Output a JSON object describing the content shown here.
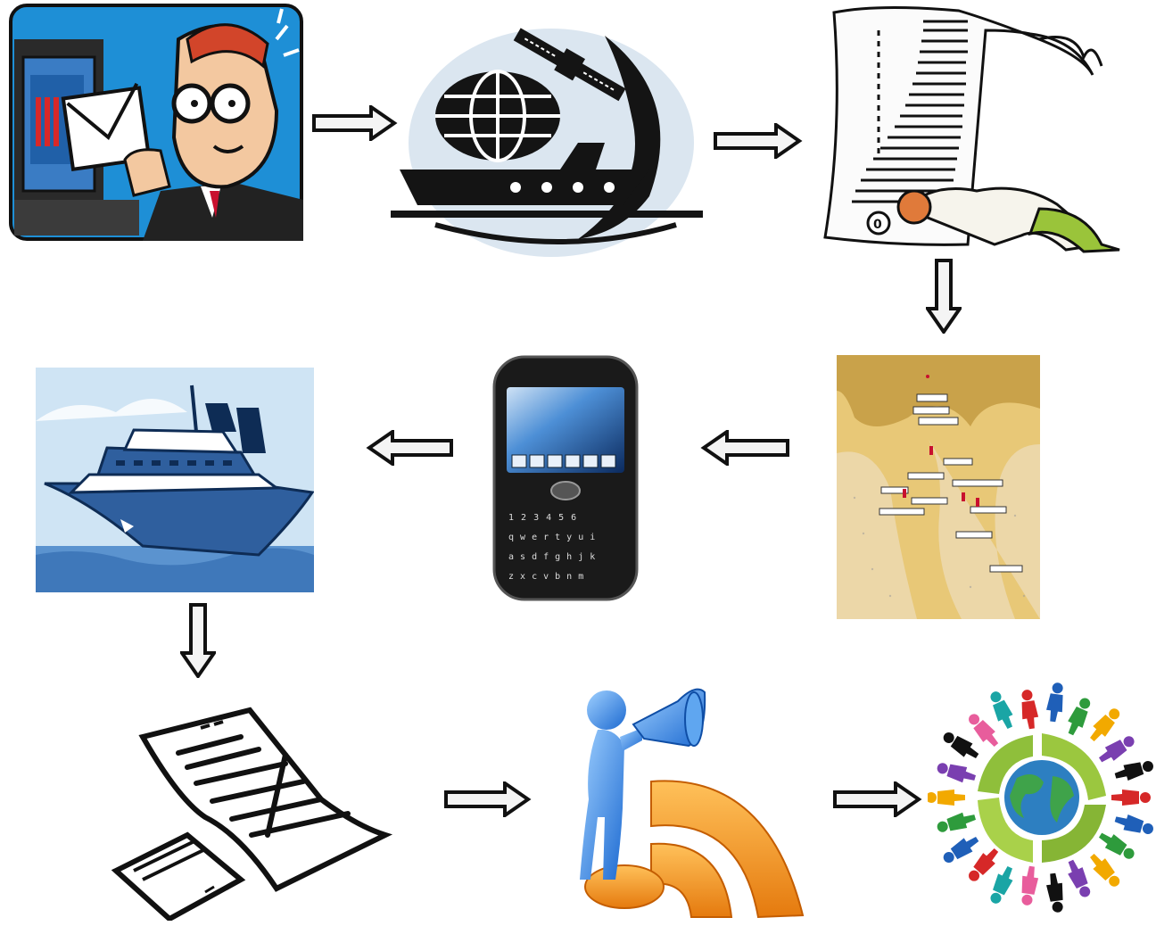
{
  "flow": {
    "steps": [
      {
        "id": "email-sender",
        "icon": "man-sending-email-icon"
      },
      {
        "id": "satellite-network",
        "icon": "satellite-globe-ship-icon"
      },
      {
        "id": "data-analysis",
        "icon": "man-reading-printout-icon"
      },
      {
        "id": "nautical-chart",
        "icon": "nautical-chart-map-icon"
      },
      {
        "id": "smartphone",
        "icon": "smartphone-icon"
      },
      {
        "id": "cruise-ship",
        "icon": "cruise-ship-icon"
      },
      {
        "id": "fax-document",
        "icon": "fax-document-icon"
      },
      {
        "id": "broadcast-rss",
        "icon": "megaphone-rss-icon"
      },
      {
        "id": "global-community",
        "icon": "people-around-globe-icon"
      }
    ],
    "arrow_count": 8
  },
  "phone": {
    "keys_row1": [
      "q",
      "w",
      "e",
      "r",
      "t",
      "y",
      "u",
      "i"
    ],
    "keys_row2": [
      "a",
      "s",
      "d",
      "f",
      "g",
      "h",
      "j",
      "k"
    ],
    "keys_row3": [
      "z",
      "x",
      "c",
      "v",
      "b",
      "n",
      "m"
    ],
    "number_keys": [
      "1",
      "2",
      "3",
      "4",
      "5",
      "6"
    ]
  },
  "colors": {
    "arrow_fill": "#f4f4f4",
    "arrow_stroke": "#111111",
    "rss_orange": "#f39a1c",
    "ship_blue": "#2f5f9e",
    "map_tan": "#e8c877",
    "map_dark": "#c9a24a"
  }
}
